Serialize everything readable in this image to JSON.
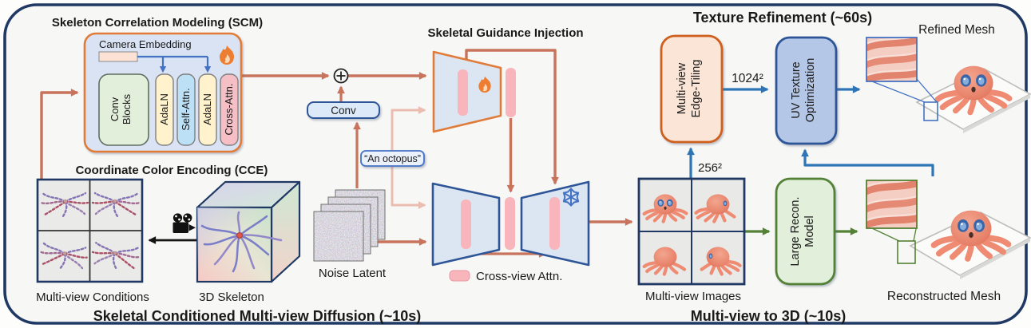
{
  "figure": {
    "scm_title": "Skeleton Correlation Modeling (SCM)",
    "sgi_title": "Skeletal Guidance Injection",
    "texture_title": "Texture Refinement (~60s)",
    "cce_title": "Coordinate Color Encoding (CCE)",
    "diffusion_stage": "Skeletal Conditioned Multi-view Diffusion (~10s)",
    "mv3d_stage": "Multi-view to 3D (~10s)"
  },
  "scm": {
    "camera_embedding": "Camera Embedding",
    "conv_blocks": {
      "line1": "Conv",
      "line2": "Blocks"
    },
    "adaln1": "AdaLN",
    "self_attn": "Self-Attn.",
    "adaln2": "AdaLN",
    "cross_attn": "Cross-Attn."
  },
  "cce": {
    "multiview_conditions": "Multi-view Conditions",
    "skeleton_3d": "3D Skeleton"
  },
  "diffusion": {
    "conv": "Conv",
    "prompt": "“An octopus”",
    "noise_latent": "Noise Latent",
    "legend_cross_view": "Cross-view Attn."
  },
  "mv3d": {
    "res_256": "256²",
    "multiview_images": "Multi-view Images",
    "large_recon": {
      "line1": "Large Recon.",
      "line2": "Model"
    },
    "reconstructed_mesh": "Reconstructed Mesh"
  },
  "refine": {
    "edge_tiling": {
      "line1": "Multi-view",
      "line2": "Edge-Tiling"
    },
    "res_1024": "1024²",
    "uv_texture": {
      "line1": "UV Texture",
      "line2": "Optimization"
    },
    "refined_mesh": "Refined Mesh"
  },
  "icons": {
    "flame": "flame-icon (trainable)",
    "snowflake": "snowflake-icon (frozen)",
    "camera": "video-camera-icon",
    "plus": "circled-plus-icon"
  },
  "colors": {
    "frame": "#1F3864",
    "arrow_orange": "#C8735B",
    "arrow_pink": "#EABDB0",
    "blue_stage": "#2E75B6",
    "orange_stage": "#C55A11",
    "green_stage": "#538135",
    "box_blue_fill": "#DCE6F2",
    "pink_bar": "#F8B5BC",
    "scm_border": "#E07B39",
    "unet_border": "#2E5597"
  }
}
